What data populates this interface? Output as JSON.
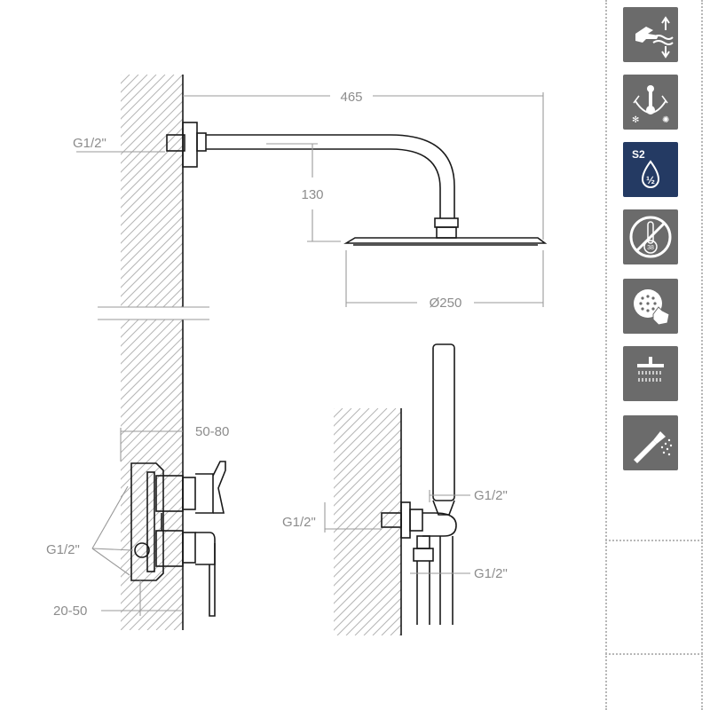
{
  "dimensions": {
    "arm_length": "465",
    "drop": "130",
    "head_diameter": "Ø250",
    "thread_top": "G1/2\"",
    "thread_mixer": "G1/2\"",
    "depth_range": "50-80",
    "offset_range": "20-50",
    "thread_hand_top": "G1/2\"",
    "thread_hand_inlet": "G1/2\"",
    "thread_hand_bottom": "G1/2\""
  },
  "icons": [
    {
      "name": "hand-sensor-icon"
    },
    {
      "name": "thermostat-shower-icon"
    },
    {
      "name": "s2-half-inch-icon",
      "label": "S2",
      "sub": "½",
      "color": "#243a63"
    },
    {
      "name": "no-thermostat-icon",
      "sub": "38"
    },
    {
      "name": "easy-clean-nozzles-icon"
    },
    {
      "name": "rain-shower-head-icon"
    },
    {
      "name": "hand-shower-icon"
    }
  ],
  "colors": {
    "tile": "#6b6b6b",
    "accent_tile": "#243a63",
    "dimension_text": "#8c8c8c"
  }
}
